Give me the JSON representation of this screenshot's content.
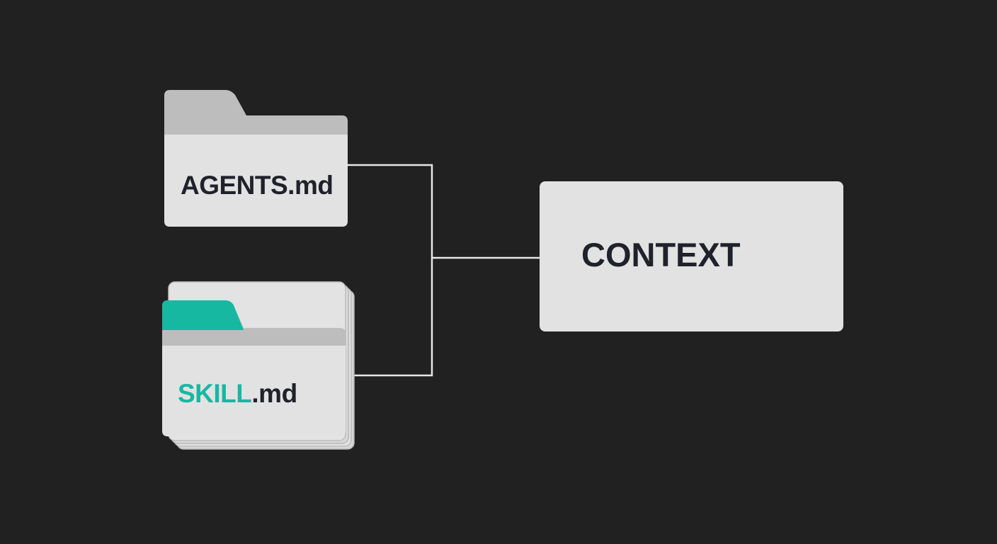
{
  "nodes": {
    "agents_file": {
      "label": "AGENTS.md"
    },
    "skill_file": {
      "label_accent": "SKILL",
      "label_rest": ".md"
    },
    "context": {
      "label": "CONTEXT"
    }
  },
  "colors": {
    "background": "#212121",
    "panel": "#e2e2e2",
    "panel_edge": "#c9c9c9",
    "tab": "#bdbdbd",
    "accent": "#17b8a2",
    "text": "#1f222a",
    "connector": "#e6e6e6"
  },
  "icons": [
    "folder-icon",
    "stacked-folders-icon"
  ]
}
